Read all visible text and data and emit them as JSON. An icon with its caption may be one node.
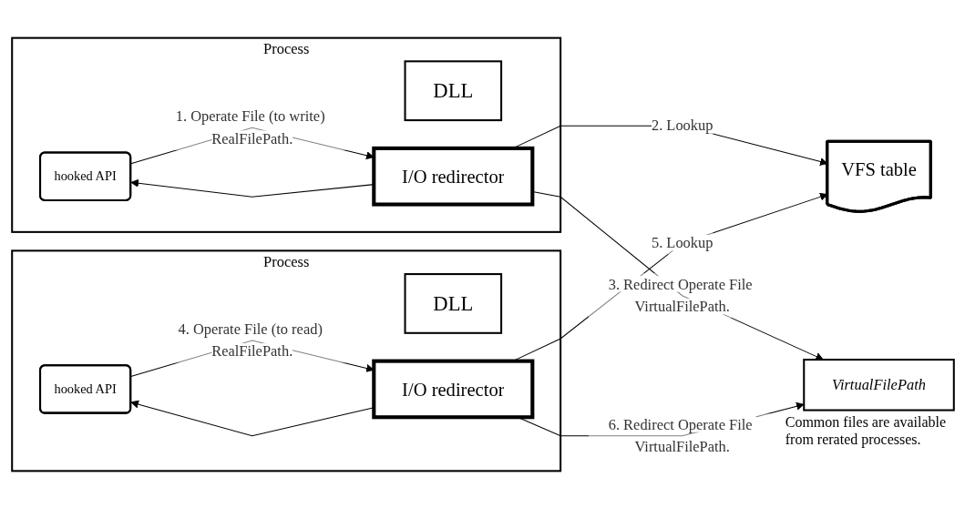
{
  "diagram": {
    "nodes": [
      {
        "text": [
          "Process"
        ]
      },
      {
        "text": [
          "DLL"
        ],
        "in": 0
      },
      {
        "text": [
          "hooked API"
        ],
        "in": 0
      },
      {
        "text": [
          "I/O redirector"
        ],
        "in": 0
      },
      {
        "text": [
          "VFS table"
        ]
      },
      {
        "text": [
          "Process"
        ]
      },
      {
        "text": [
          "DLL"
        ],
        "in": 5
      },
      {
        "text": [
          "hooked API"
        ],
        "in": 5
      },
      {
        "text": [
          "I/O redirector"
        ],
        "in": 5
      },
      {
        "text": [
          "VirtualFilePath"
        ],
        "beside": [
          "Common files are available from rerated processes."
        ]
      }
    ],
    "edges": [
      {
        "from": 2,
        "to": 3,
        "arrow": "to",
        "label": "1. Operate File (to write) RealFilePath."
      },
      {
        "from": 3,
        "to": 2,
        "arrow": "to"
      },
      {
        "from": 3,
        "to": 4,
        "arrow": "to",
        "label": "2. Lookup"
      },
      {
        "from": 3,
        "to": 9,
        "arrow": "to",
        "label": "3. Redirect Operate File VirtualFilePath."
      },
      {
        "from": 7,
        "to": 8,
        "arrow": "to",
        "label": "4. Operate File (to read) RealFilePath."
      },
      {
        "from": 8,
        "to": 7,
        "arrow": "to"
      },
      {
        "from": 8,
        "to": 4,
        "arrow": "to",
        "label": "5. Lookup"
      },
      {
        "from": 8,
        "to": 9,
        "arrow": "to",
        "label": "6. Redirect Operate File VirtualFilePath."
      }
    ]
  }
}
